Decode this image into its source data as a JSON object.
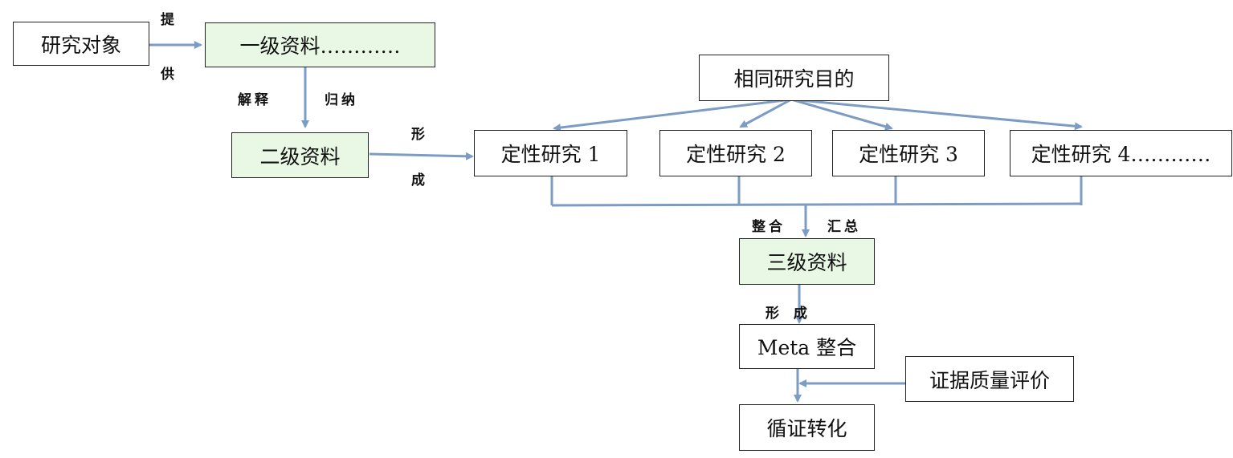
{
  "boxes": {
    "research_object": "研究对象",
    "primary_data": "一级资料…………",
    "secondary_data": "二级资料",
    "same_purpose": "相同研究目的",
    "qual1": "定性研究 1",
    "qual2": "定性研究 2",
    "qual3": "定性研究 3",
    "qual4": "定性研究 4…………",
    "tertiary_data": "三级资料",
    "meta": "Meta 整合",
    "evidence_eval": "证据质量评价",
    "ebm_translation": "循证转化"
  },
  "labels": {
    "provide_top": "提",
    "provide_bottom": "供",
    "interpret": "解释",
    "induce": "归纳",
    "form_top": "形",
    "form_bottom": "成",
    "integrate": "整合",
    "summarize": "汇总",
    "form_lower": "形 成"
  },
  "colors": {
    "arrow": "#7c9cc4",
    "box_highlight": "#e9f8e4",
    "border": "#222222"
  }
}
